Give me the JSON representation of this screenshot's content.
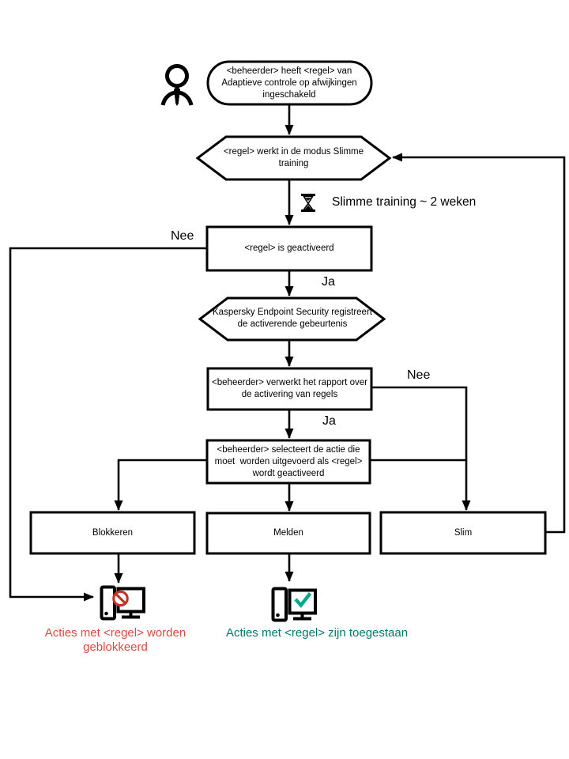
{
  "diagram": {
    "title": "Adaptive Anomaly Control rule workflow (Kaspersky Endpoint Security)",
    "nodes": {
      "rule_enabled": {
        "lines": [
          "<beheerder> heeft <regel> van",
          "Adaptieve controle op afwijkingen",
          "ingeschakeld"
        ]
      },
      "training_mode": {
        "lines": [
          "<regel> werkt in de modus Slimme",
          "training"
        ]
      },
      "rule_triggered": {
        "lines": [
          "<regel> is geactiveerd"
        ]
      },
      "registers_event": {
        "lines": [
          "Kaspersky Endpoint Security registreert",
          "de activerende gebeurtenis"
        ]
      },
      "processes_report": {
        "lines": [
          "<beheerder> verwerkt het rapport over",
          "de activering van regels"
        ]
      },
      "selects_action": {
        "lines": [
          "<beheerder> selecteert de actie die",
          "moet  worden uitgevoerd als <regel>",
          "wordt geactiveerd"
        ]
      },
      "action_block": {
        "label": "Blokkeren"
      },
      "action_notify": {
        "label": "Melden"
      },
      "action_smart": {
        "label": "Slim"
      }
    },
    "edge_labels": {
      "not_triggered": "Nee",
      "triggered": "Ja",
      "report_no": "Nee",
      "report_yes": "Ja"
    },
    "annotations": {
      "training_duration": "Slimme training ~ 2 weken",
      "blocked_result": {
        "lines": [
          "Acties met <regel> worden",
          "geblokkeerd"
        ]
      },
      "allowed_result": {
        "lines": [
          "Acties met <regel> zijn toegestaan"
        ]
      }
    },
    "icons": {
      "person": "person-icon",
      "hourglass": "hourglass-icon",
      "blocked_computer": "computer-blocked-icon",
      "allowed_computer": "computer-allowed-icon"
    },
    "colors": {
      "stroke": "#000000",
      "blocked_text": "#e2473d",
      "allowed_text": "#00786e",
      "prohibition_sign": "#c63428",
      "checkmark": "#00a88e",
      "background": "#ffffff"
    }
  }
}
